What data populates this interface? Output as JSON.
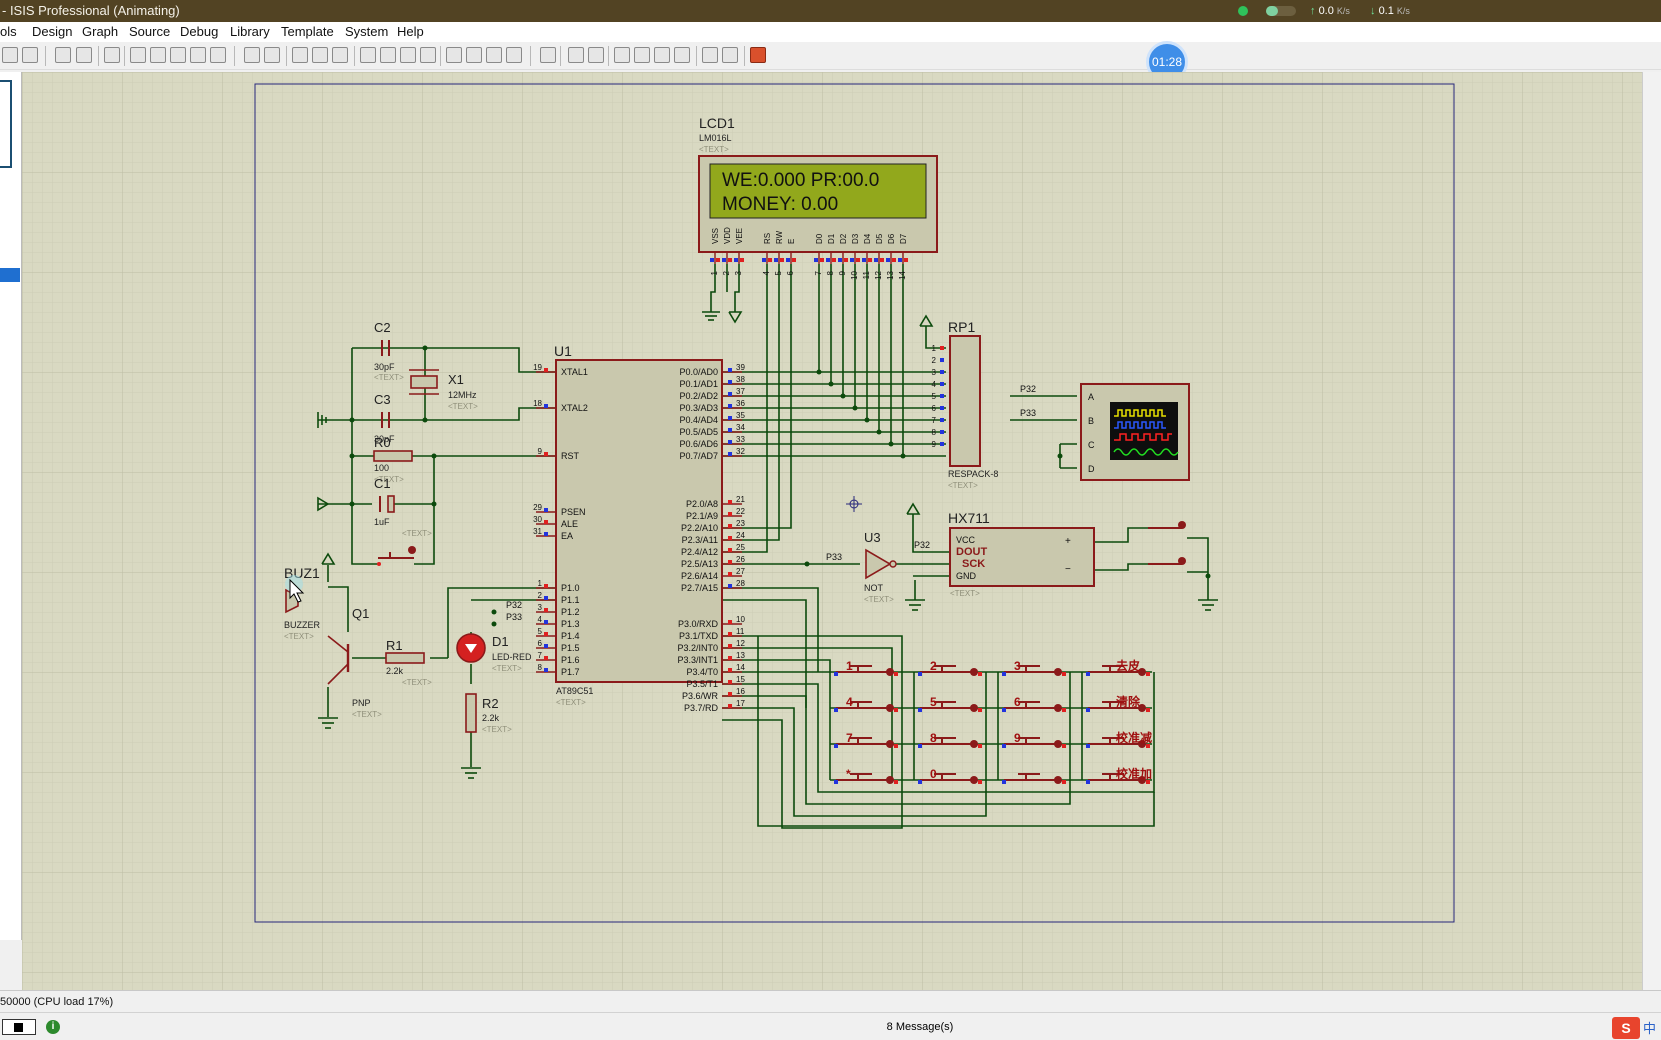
{
  "window": {
    "title": "- ISIS Professional (Animating)"
  },
  "netmon": {
    "upload": "0.0",
    "upload_unit": "K/s",
    "download": "0.1",
    "download_unit": "K/s"
  },
  "menu": [
    "ols",
    "Design",
    "Graph",
    "Source",
    "Debug",
    "Library",
    "Template",
    "System",
    "Help"
  ],
  "timer": "01:28",
  "status": {
    "cpu_text": "50000 (CPU load 17%)",
    "messages": "8 Message(s)",
    "ime_icon": "S",
    "ime_mode": "中"
  },
  "lcd": {
    "ref": "LCD1",
    "part": "LM016L",
    "text_tag": "<TEXT>",
    "line1": "WE:0.000 PR:00.0",
    "line2": "MONEY:  0.00",
    "pin_labels": [
      "VSS",
      "VDD",
      "VEE",
      "RS",
      "RW",
      "E",
      "D0",
      "D1",
      "D2",
      "D3",
      "D4",
      "D5",
      "D6",
      "D7"
    ],
    "pin_numbers": [
      "1",
      "2",
      "3",
      "4",
      "5",
      "6",
      "7",
      "8",
      "9",
      "10",
      "11",
      "12",
      "13",
      "14"
    ]
  },
  "mcu": {
    "ref": "U1",
    "part": "AT89C51",
    "text_tag": "<TEXT>",
    "left_pins": [
      {
        "num": "19",
        "name": "XTAL1"
      },
      {
        "num": "18",
        "name": "XTAL2"
      },
      {
        "num": "9",
        "name": "RST"
      },
      {
        "num": "29",
        "name": "PSEN"
      },
      {
        "num": "30",
        "name": "ALE"
      },
      {
        "num": "31",
        "name": "EA"
      },
      {
        "num": "1",
        "name": "P1.0"
      },
      {
        "num": "2",
        "name": "P1.1"
      },
      {
        "num": "3",
        "name": "P1.2"
      },
      {
        "num": "4",
        "name": "P1.3"
      },
      {
        "num": "5",
        "name": "P1.4"
      },
      {
        "num": "6",
        "name": "P1.5"
      },
      {
        "num": "7",
        "name": "P1.6"
      },
      {
        "num": "8",
        "name": "P1.7"
      }
    ],
    "right_pins": [
      {
        "num": "39",
        "name": "P0.0/AD0"
      },
      {
        "num": "38",
        "name": "P0.1/AD1"
      },
      {
        "num": "37",
        "name": "P0.2/AD2"
      },
      {
        "num": "36",
        "name": "P0.3/AD3"
      },
      {
        "num": "35",
        "name": "P0.4/AD4"
      },
      {
        "num": "34",
        "name": "P0.5/AD5"
      },
      {
        "num": "33",
        "name": "P0.6/AD6"
      },
      {
        "num": "32",
        "name": "P0.7/AD7"
      },
      {
        "num": "21",
        "name": "P2.0/A8"
      },
      {
        "num": "22",
        "name": "P2.1/A9"
      },
      {
        "num": "23",
        "name": "P2.2/A10"
      },
      {
        "num": "24",
        "name": "P2.3/A11"
      },
      {
        "num": "25",
        "name": "P2.4/A12"
      },
      {
        "num": "26",
        "name": "P2.5/A13"
      },
      {
        "num": "27",
        "name": "P2.6/A14"
      },
      {
        "num": "28",
        "name": "P2.7/A15"
      },
      {
        "num": "10",
        "name": "P3.0/RXD"
      },
      {
        "num": "11",
        "name": "P3.1/TXD"
      },
      {
        "num": "12",
        "name": "P3.2/INT0"
      },
      {
        "num": "13",
        "name": "P3.3/INT1"
      },
      {
        "num": "14",
        "name": "P3.4/T0"
      },
      {
        "num": "15",
        "name": "P3.5/T1"
      },
      {
        "num": "16",
        "name": "P3.6/WR"
      },
      {
        "num": "17",
        "name": "P3.7/RD"
      }
    ]
  },
  "components": {
    "c2": {
      "ref": "C2",
      "value": "30pF",
      "tag": "<TEXT>"
    },
    "c3": {
      "ref": "C3",
      "value": "30pF",
      "tag": "<TEXT>"
    },
    "x1": {
      "ref": "X1",
      "value": "12MHz",
      "tag": "<TEXT>"
    },
    "r0": {
      "ref": "R0",
      "value": "100",
      "tag": "<TEXT>"
    },
    "c1": {
      "ref": "C1",
      "value": "1uF",
      "tag": "<TEXT>"
    },
    "buz": {
      "ref": "BUZ1",
      "value": "BUZZER",
      "tag": "<TEXT>"
    },
    "q1": {
      "ref": "Q1",
      "value": "PNP",
      "tag": "<TEXT>"
    },
    "r1": {
      "ref": "R1",
      "value": "2.2k",
      "tag": "<TEXT>"
    },
    "d1": {
      "ref": "D1",
      "value": "LED-RED",
      "tag": "<TEXT>"
    },
    "r2": {
      "ref": "R2",
      "value": "2.2k",
      "tag": "<TEXT>"
    },
    "rp1": {
      "ref": "RP1",
      "value": "RESPACK-8",
      "tag": "<TEXT>",
      "pins": [
        "1",
        "2",
        "3",
        "4",
        "5",
        "6",
        "7",
        "8",
        "9"
      ]
    },
    "u3": {
      "ref": "U3",
      "value": "NOT",
      "tag": "<TEXT>"
    },
    "hx": {
      "ref": "HX711",
      "tag": "<TEXT>",
      "pins": [
        "VCC",
        "DOUT",
        "SCK",
        "GND"
      ],
      "plus": "+",
      "minus": "−"
    },
    "scope": {
      "channels": [
        "A",
        "B",
        "C",
        "D"
      ]
    }
  },
  "nets": {
    "p32": "P32",
    "p33": "P33"
  },
  "keys": {
    "row1": [
      "1",
      "2",
      "3",
      "去皮"
    ],
    "row2": [
      "4",
      "5",
      "6",
      "清除"
    ],
    "row3": [
      "7",
      "8",
      "9",
      "校准减"
    ],
    "row4": [
      "*",
      "0",
      "",
      "校准加"
    ]
  },
  "colors": {
    "wire": "#0c4a0c",
    "part": "#8b1a1a",
    "partFill": "#c9c8ad",
    "grid": "#c6c6ae",
    "pinBlue": "#2233dd",
    "pinRed": "#e02020",
    "frame": "#27277a"
  }
}
